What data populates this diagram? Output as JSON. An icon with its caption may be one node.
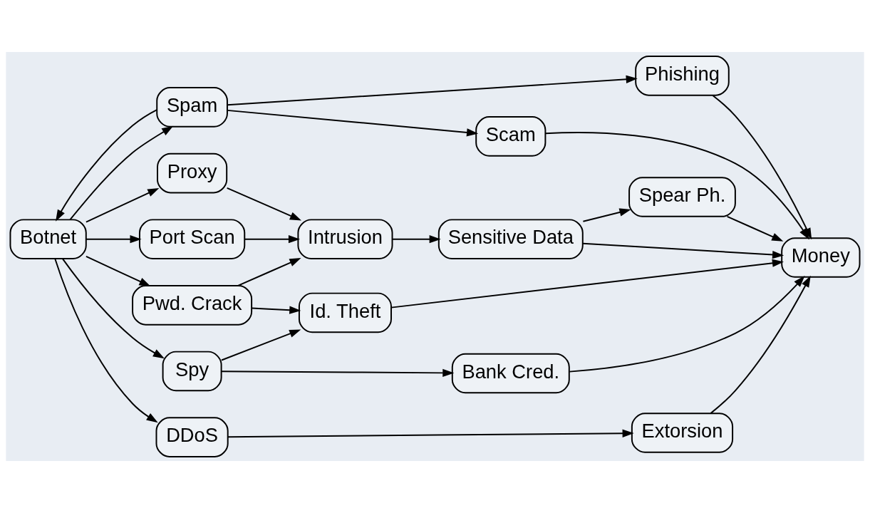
{
  "diagram": {
    "nodes": [
      {
        "text": [
          "Intrusion"
        ]
      },
      {
        "text": [
          "Sensitive Data"
        ]
      },
      {
        "text": [
          "Spear Ph."
        ]
      },
      {
        "text": [
          "Bank Cred."
        ]
      },
      {
        "text": [
          "Proxy"
        ]
      },
      {
        "text": [
          "Port Scan"
        ]
      },
      {
        "text": [
          "Pwd. Crack"
        ]
      },
      {
        "text": [
          "Spam"
        ]
      },
      {
        "text": [
          "Botnet"
        ]
      },
      {
        "text": [
          "Spy"
        ]
      },
      {
        "text": [
          "Id. Theft"
        ]
      },
      {
        "text": [
          "Money"
        ]
      },
      {
        "text": [
          "Phishing"
        ]
      },
      {
        "text": [
          "DDoS"
        ]
      },
      {
        "text": [
          "Extorsion"
        ]
      },
      {
        "text": [
          "Scam"
        ]
      }
    ],
    "edges": [
      {
        "from": 0,
        "to": 1,
        "arrow": "to"
      },
      {
        "from": 1,
        "to": 2,
        "arrow": "to"
      },
      {
        "from": 1,
        "to": 11,
        "arrow": "to"
      },
      {
        "from": 5,
        "to": 0,
        "arrow": "to"
      },
      {
        "from": 4,
        "to": 0,
        "arrow": "to"
      },
      {
        "from": 6,
        "to": 0,
        "arrow": "to"
      },
      {
        "from": 8,
        "to": 5,
        "arrow": "to"
      },
      {
        "from": 8,
        "to": 4,
        "arrow": "to"
      },
      {
        "from": 8,
        "to": 6,
        "arrow": "to"
      },
      {
        "from": 8,
        "to": 7,
        "arrow": "to"
      },
      {
        "from": 7,
        "to": 8,
        "arrow": "to"
      },
      {
        "from": 8,
        "to": 9,
        "arrow": "to"
      },
      {
        "from": 8,
        "to": 13,
        "arrow": "to"
      },
      {
        "from": 2,
        "to": 11,
        "arrow": "to"
      },
      {
        "from": 3,
        "to": 11,
        "arrow": "to"
      },
      {
        "from": 6,
        "to": 10,
        "arrow": "to"
      },
      {
        "from": 9,
        "to": 3,
        "arrow": "to"
      },
      {
        "from": 9,
        "to": 10,
        "arrow": "to"
      },
      {
        "from": 10,
        "to": 11,
        "arrow": "to"
      },
      {
        "from": 7,
        "to": 15,
        "arrow": "to"
      },
      {
        "from": 7,
        "to": 12,
        "arrow": "to"
      },
      {
        "from": 13,
        "to": 14,
        "arrow": "to"
      },
      {
        "from": 14,
        "to": 11,
        "arrow": "to"
      },
      {
        "from": 12,
        "to": 11,
        "arrow": "to"
      },
      {
        "from": 15,
        "to": 11,
        "arrow": "to"
      }
    ]
  }
}
